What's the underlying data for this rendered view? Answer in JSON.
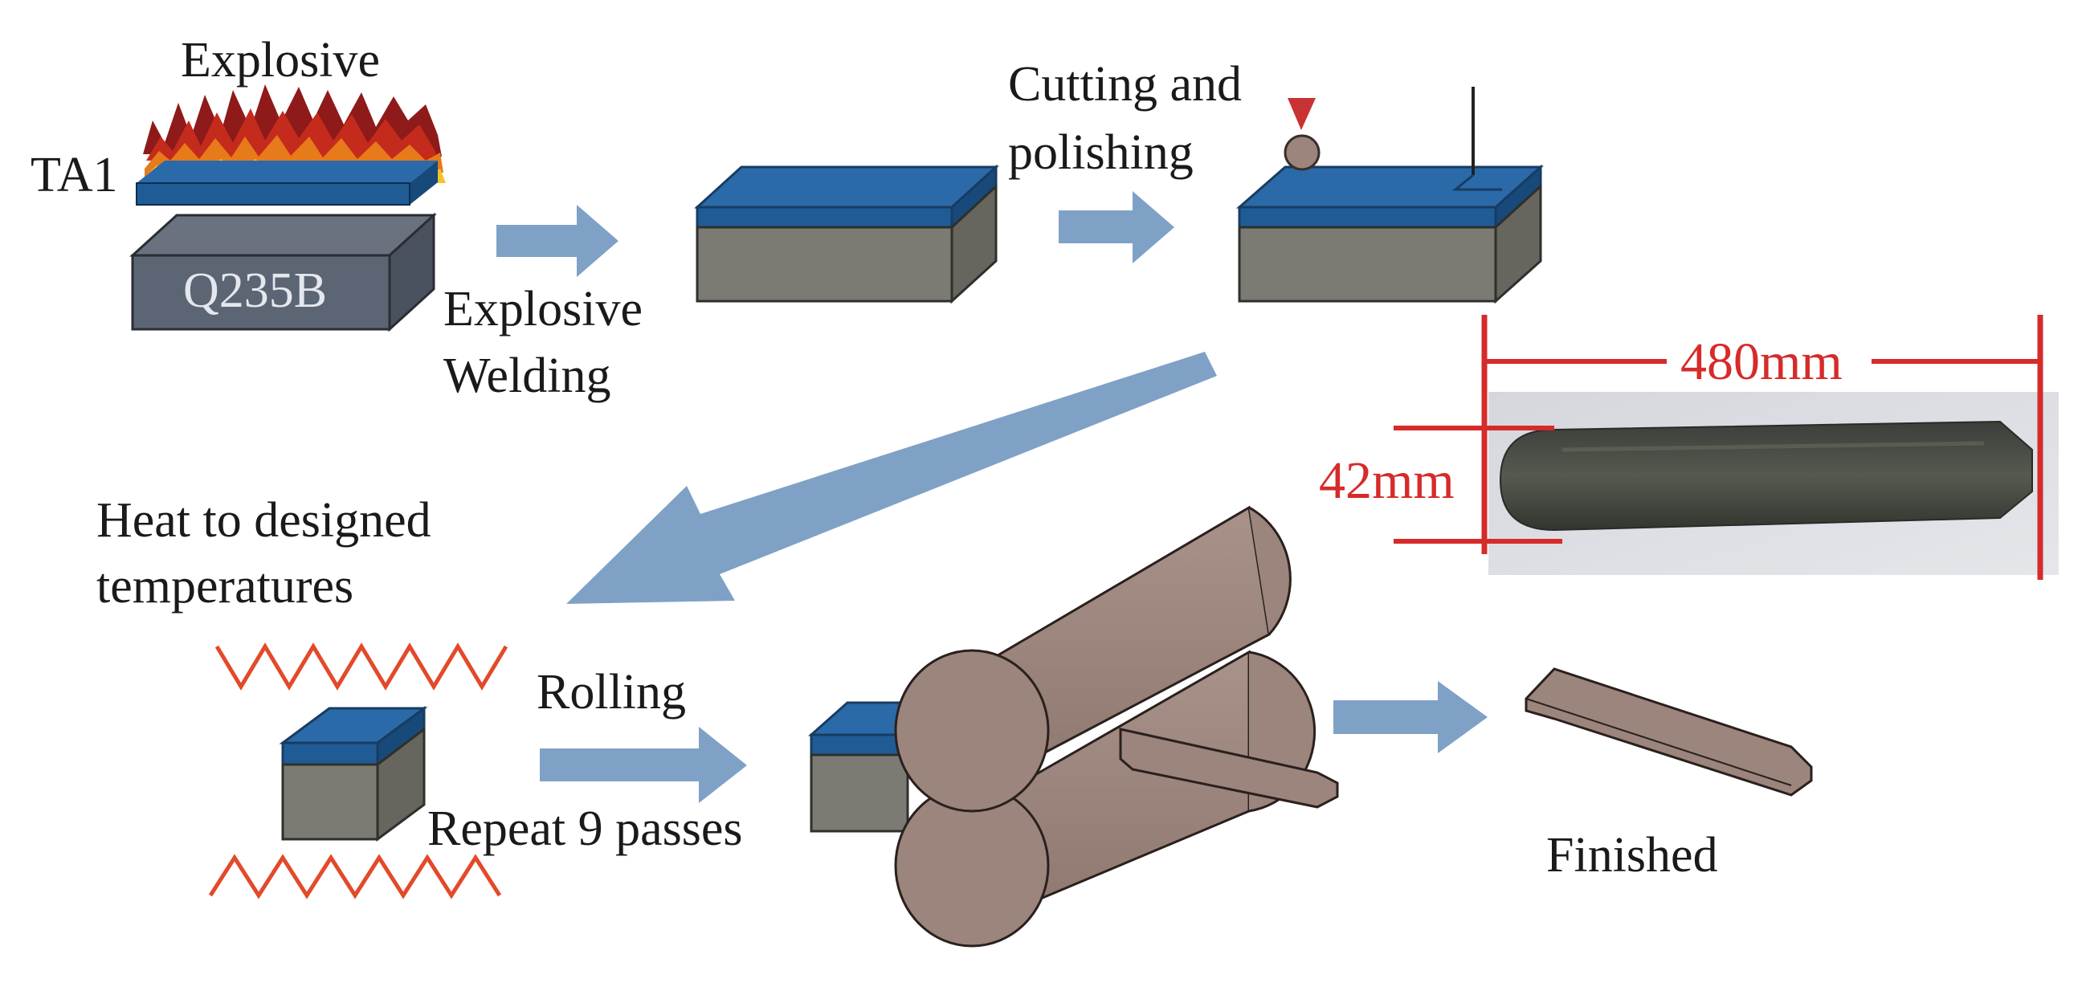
{
  "labels": {
    "explosive": "Explosive",
    "ta1": "TA1",
    "q235b": "Q235B",
    "explosive_welding_line1": "Explosive",
    "explosive_welding_line2": "Welding",
    "cutting_line1": "Cutting and",
    "cutting_line2": "polishing",
    "heat_line1": "Heat to designed",
    "heat_line2": "temperatures",
    "rolling": "Rolling",
    "repeat": "Repeat 9 passes",
    "finished": "Finished",
    "length": "480mm",
    "width": "42mm"
  },
  "colors": {
    "titanium_layer": "#1f5c95",
    "steel_front": "#7c7b73",
    "steel_side": "#66655e",
    "roller": "#9b857d",
    "arrow": "#7fa1c6",
    "heat_wave": "#e24a2a",
    "dimension": "#d62b2b"
  },
  "icons": {
    "explosion": "explosion-icon",
    "polishing_tool": "polishing-tool-icon",
    "cutting_line": "cutting-line-icon",
    "heat_wave": "heat-wave-icon",
    "rollers": "roller-pair-icon",
    "photo": "specimen-photo"
  }
}
